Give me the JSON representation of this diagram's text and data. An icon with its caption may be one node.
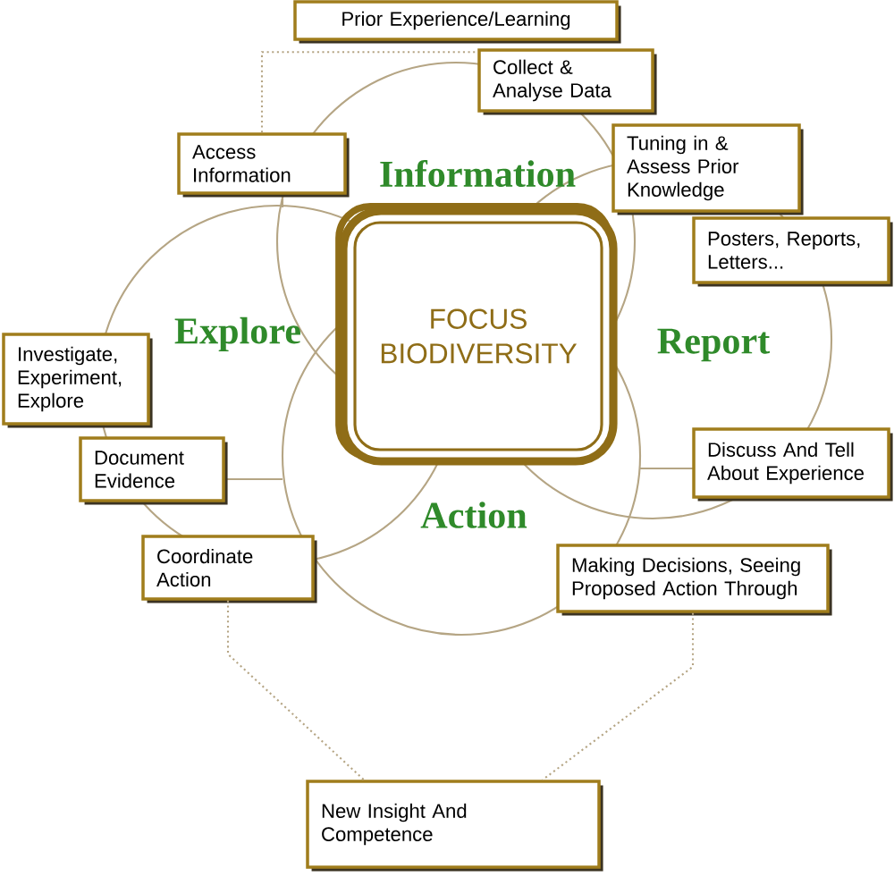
{
  "diagram": {
    "nodes": [
      {
        "text": [
          "Prior Experience/Learning"
        ]
      },
      {
        "text": [
          "Collect & Analyse Data"
        ]
      },
      {
        "text": [
          "Access Information"
        ]
      },
      {
        "text": [
          "Tuning in & Assess Prior Knowledge"
        ]
      },
      {
        "text": [
          "Posters, Reports, Letters..."
        ]
      },
      {
        "text": [
          "FOCUS BIODIVERSITY"
        ]
      },
      {
        "text": [
          "Investigate, Experiment, Explore"
        ]
      },
      {
        "text": [
          "Document Evidence"
        ]
      },
      {
        "text": [
          "Discuss And Tell About Experience"
        ]
      },
      {
        "text": [
          "Coordinate Action"
        ]
      },
      {
        "text": [
          "Making Decisions, Seeing Proposed Action Through"
        ]
      },
      {
        "text": [
          "New Insight And Competence"
        ]
      }
    ],
    "edges": [
      {
        "from": 2,
        "to": 1,
        "arrow": "none",
        "style": "dashed"
      },
      {
        "from": 9,
        "to": 11,
        "arrow": "none",
        "style": "dashed"
      },
      {
        "from": 10,
        "to": 11,
        "arrow": "none",
        "style": "dashed"
      }
    ],
    "labels": [
      "Information",
      "Explore",
      "Report",
      "Action"
    ]
  }
}
